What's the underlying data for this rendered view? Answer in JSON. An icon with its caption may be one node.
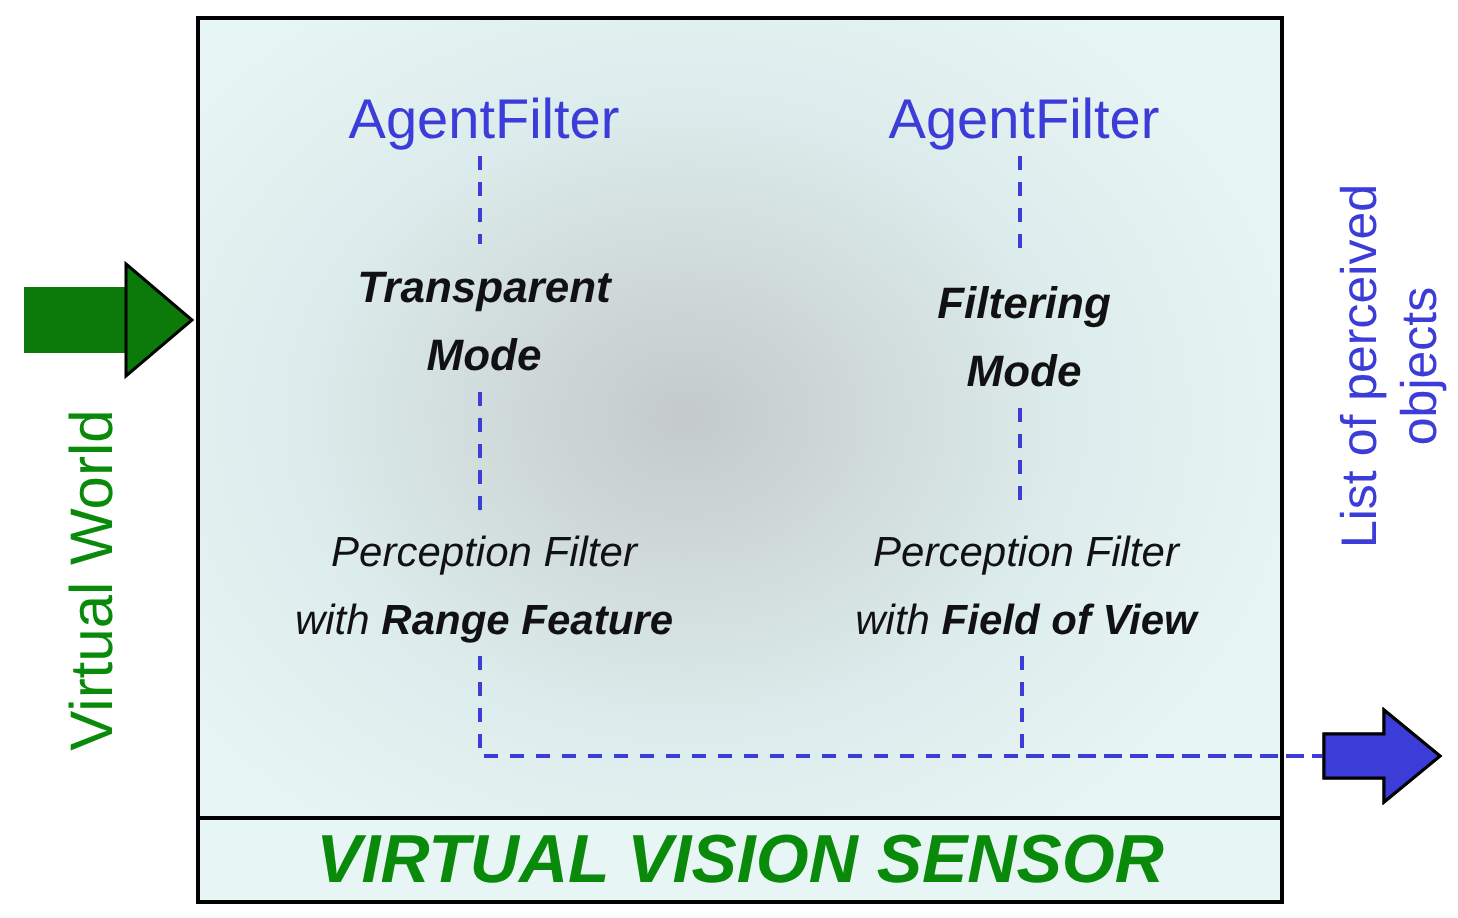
{
  "diagram": {
    "nodes": [
      {
        "text": [
          "VIRTUAL VISION SENSOR"
        ]
      },
      {
        "text": [
          "AgentFilter"
        ],
        "in": 0
      },
      {
        "text": [
          "Transparent Mode"
        ],
        "in": 0
      },
      {
        "text": [
          "Perception Filter with **Range Feature**"
        ],
        "in": 0
      },
      {
        "text": [
          "AgentFilter"
        ],
        "in": 0
      },
      {
        "text": [
          "Filtering Mode"
        ],
        "in": 0
      },
      {
        "text": [
          "Perception Filter with **Field of View**"
        ],
        "in": 0
      }
    ],
    "edges": [
      {
        "from": null,
        "to": 0,
        "arrow": "to",
        "style": "thick",
        "color": "#0b7a0b"
      },
      {
        "from": 1,
        "to": 2,
        "arrow": "none",
        "style": "dashed"
      },
      {
        "from": 2,
        "to": 3,
        "arrow": "none",
        "style": "dashed"
      },
      {
        "from": 4,
        "to": 5,
        "arrow": "none",
        "style": "dashed"
      },
      {
        "from": 5,
        "to": 6,
        "arrow": "none",
        "style": "dashed"
      },
      {
        "from": 3,
        "to": null,
        "arrow": "to",
        "style": "dashed"
      },
      {
        "from": 6,
        "to": null,
        "arrow": "to",
        "style": "dashed"
      }
    ],
    "labels": [
      "Virtual World",
      "List of perceived objects"
    ]
  }
}
